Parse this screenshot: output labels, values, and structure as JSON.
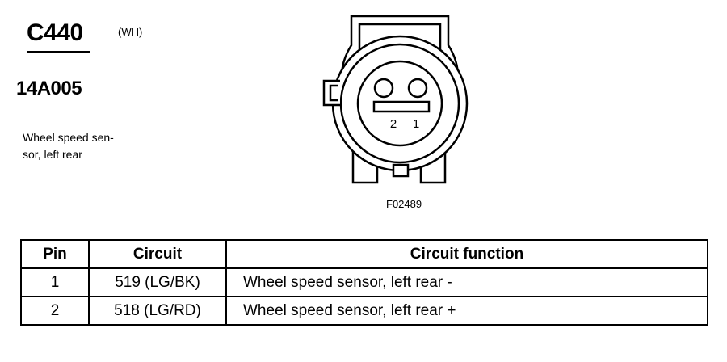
{
  "connector": {
    "id": "C440",
    "color": "(WH)",
    "part_number": "14A005",
    "description": "Wheel speed sen-\nsor, left rear"
  },
  "diagram": {
    "pin_labels": [
      "2",
      "1"
    ],
    "figure_code": "F02489"
  },
  "table": {
    "headers": [
      "Pin",
      "Circuit",
      "Circuit function"
    ],
    "rows": [
      [
        "1",
        "519 (LG/BK)",
        "Wheel speed sensor, left rear -"
      ],
      [
        "2",
        "518 (LG/RD)",
        "Wheel speed sensor, left rear +"
      ]
    ]
  }
}
